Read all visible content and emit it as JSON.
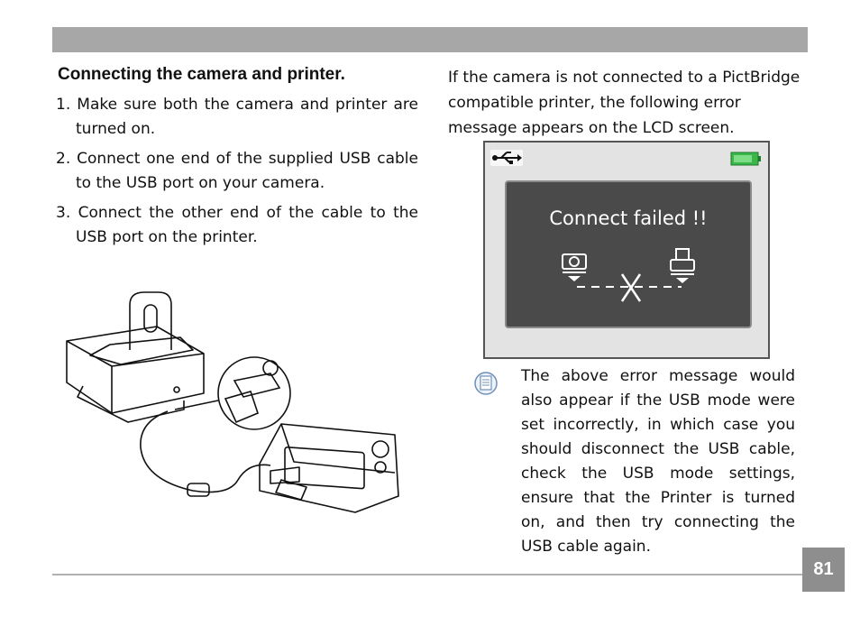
{
  "heading": "Connecting the camera and printer.",
  "steps": [
    "1. Make sure both the camera and printer are turned on.",
    "2. Connect one end of the supplied USB cable to the USB port on your camera.",
    "3. Connect the other end of the cable to the USB port on the printer."
  ],
  "intro": "If the camera is not connected to a PictBridge compatible printer, the following error message appears on the LCD screen.",
  "lcd": {
    "message": "Connect failed !!"
  },
  "note": "The above error message would also appear if the USB mode were set incorrectly, in which case you should disconnect the USB cable, check the USB mode settings, ensure that the Printer is turned on, and then try connecting the USB cable again.",
  "page_number": "81",
  "colors": {
    "bar": "#a7a7a7",
    "page_box": "#8e8e8e",
    "lcd_bg": "#4a4a4a",
    "battery": "#3cb54a"
  },
  "icons": [
    "usb-icon",
    "battery-icon",
    "camera-icon",
    "printer-icon",
    "note-icon"
  ]
}
